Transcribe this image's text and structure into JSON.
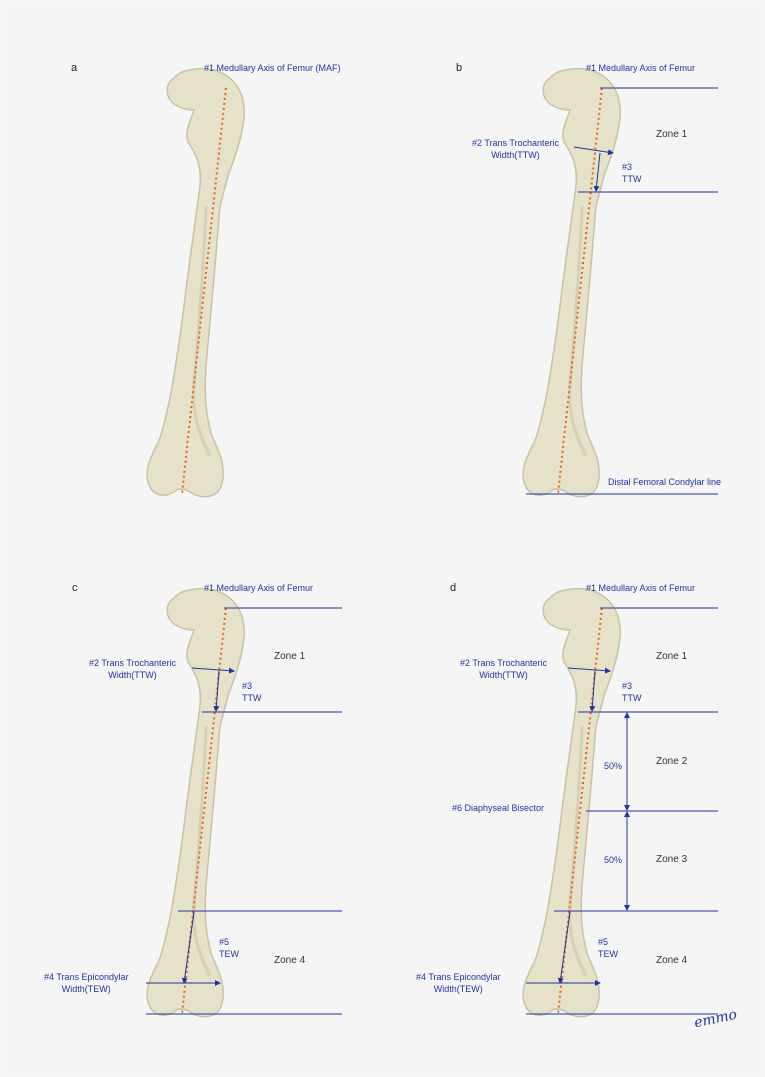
{
  "colors": {
    "bone_fill": "#e6e1c9",
    "bone_shade": "#c9c3a6",
    "axis_dots": "#e8641c",
    "annotation": "#2233a0"
  },
  "panels": [
    {
      "letter": "a",
      "maf_label": "#1 Medullary Axis of Femur (MAF)"
    },
    {
      "letter": "b",
      "maf_label": "#1 Medullary Axis of Femur",
      "ttw_label": "#2 Trans Trochanteric\nWidth(TTW)",
      "ttw3_label": "#3\nTTW",
      "zone1": "Zone 1",
      "condylar_label": "Distal Femoral Condylar line"
    },
    {
      "letter": "c",
      "maf_label": "#1 Medullary Axis of Femur",
      "ttw_label": "#2 Trans Trochanteric\nWidth(TTW)",
      "ttw3_label": "#3\nTTW",
      "zone1": "Zone 1",
      "tew_label": "#4 Trans Epicondylar\nWidth(TEW)",
      "tew5_label": "#5\nTEW",
      "zone4": "Zone 4"
    },
    {
      "letter": "d",
      "maf_label": "#1 Medullary Axis of Femur",
      "ttw_label": "#2 Trans Trochanteric\nWidth(TTW)",
      "ttw3_label": "#3\nTTW",
      "zone1": "Zone 1",
      "zone2": "Zone 2",
      "zone3": "Zone 3",
      "zone4": "Zone 4",
      "pct_upper": "50%",
      "pct_lower": "50%",
      "bisector_label": "#6 Diaphyseal Bisector",
      "tew_label": "#4 Trans Epicondylar\nWidth(TEW)",
      "tew5_label": "#5\nTEW"
    }
  ],
  "signature": "emmo"
}
